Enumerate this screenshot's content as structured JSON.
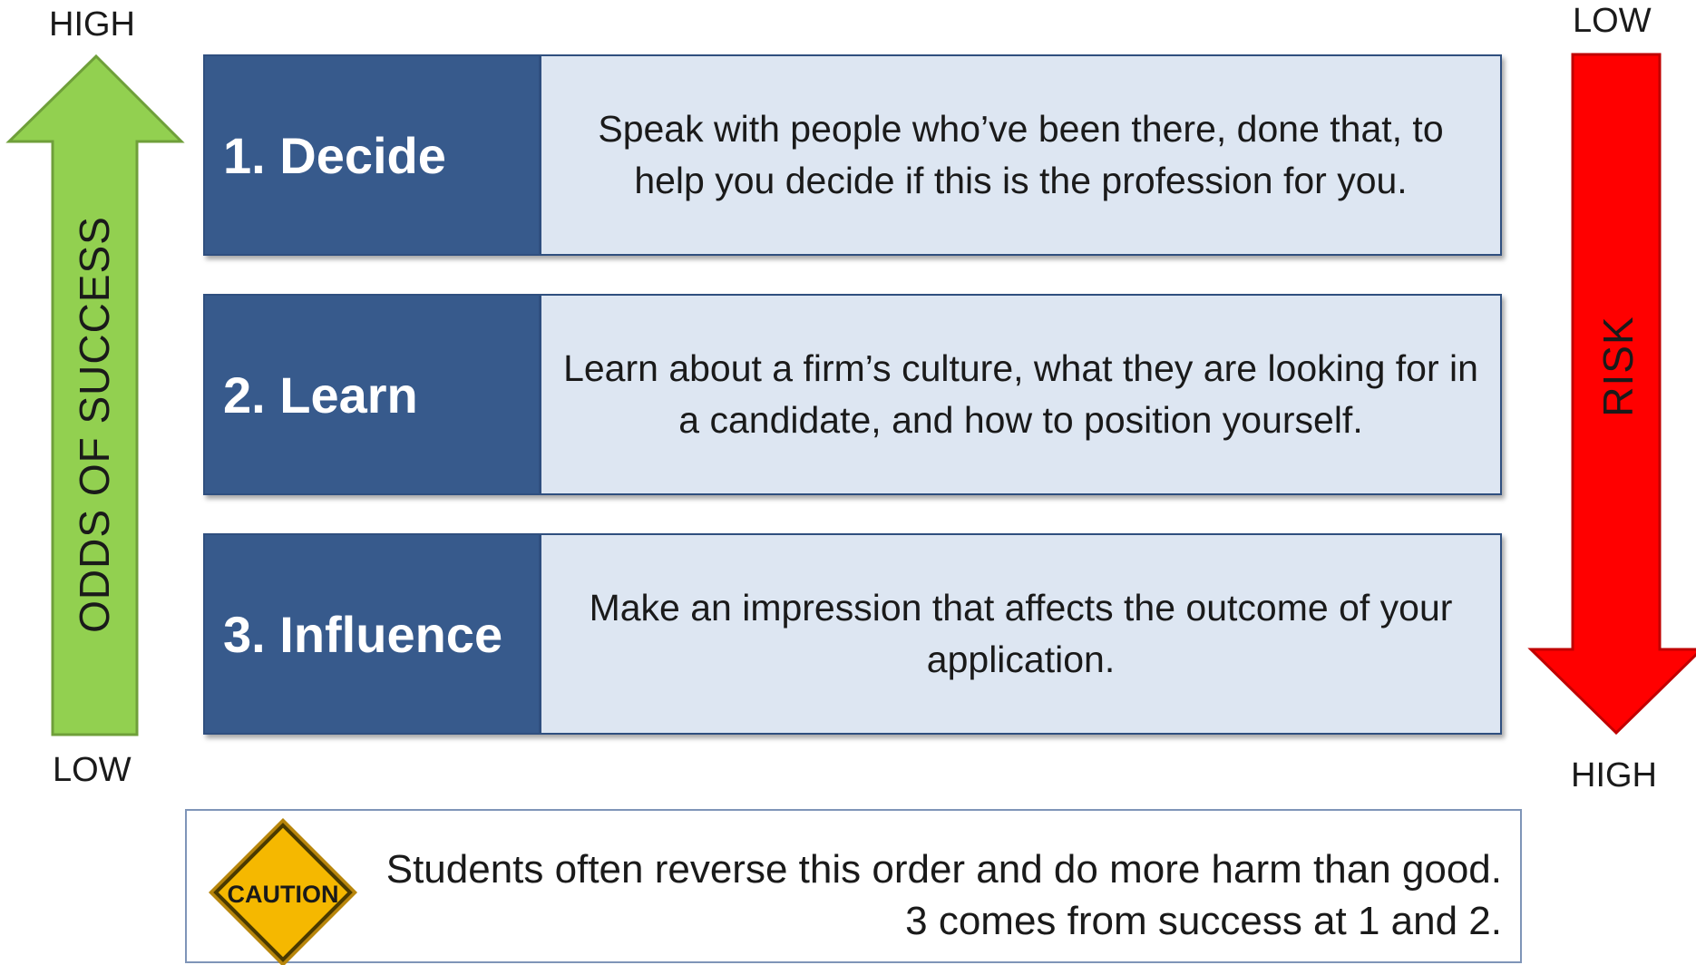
{
  "odds": {
    "top_label": "HIGH",
    "bottom_label": "LOW",
    "axis_label": "ODDS OF SUCCESS",
    "color": "#92d050"
  },
  "risk": {
    "top_label": "LOW",
    "bottom_label": "HIGH",
    "axis_label": "RISK",
    "color": "#ff0000"
  },
  "steps": [
    {
      "title": "1. Decide",
      "description": "Speak with people who’ve been there, done that, to help you decide if this is the profession for you."
    },
    {
      "title": "2. Learn",
      "description": "Learn about a firm’s culture, what they are looking for in a candidate, and how to position yourself."
    },
    {
      "title": "3. Influence",
      "description": "Make an impression that affects the outcome of your application."
    }
  ],
  "caution": {
    "sign_text": "CAUTION",
    "line1": "Students often reverse this order and do more harm than good.",
    "line2": "3 comes from success at 1 and 2."
  },
  "colors": {
    "step_title_bg": "#375a8c",
    "step_desc_bg": "#dde6f2",
    "caution_sign": "#f5b800"
  }
}
